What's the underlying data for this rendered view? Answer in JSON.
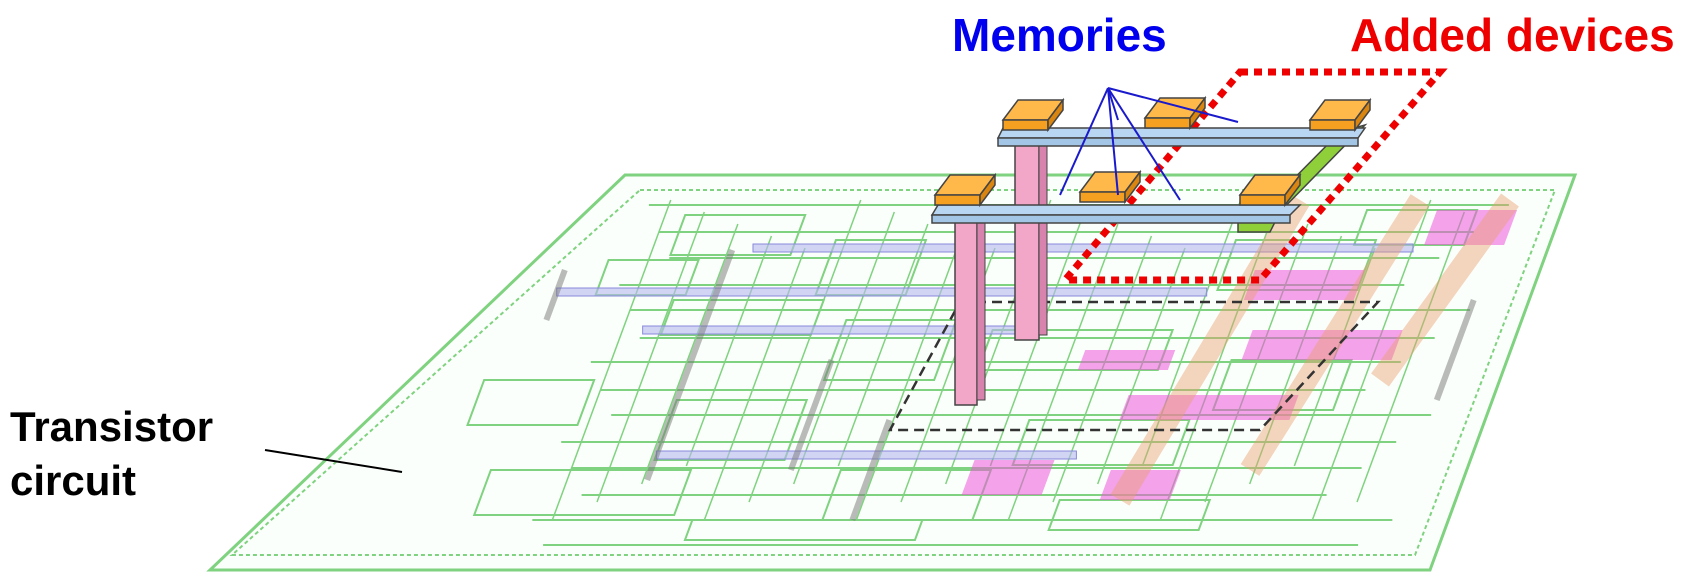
{
  "labels": {
    "memories": "Memories",
    "added_devices": "Added devices",
    "transistor_circuit": "Transistor circuit"
  },
  "colors": {
    "memories_label": "#0000ee",
    "added_devices_label": "#ee0000",
    "circuit_green": "#7fd27f",
    "via_pink": "#f2a6c8",
    "pad_orange": "#f5a020",
    "plate_blue": "#b8d6f2",
    "connector_green": "#8ecf3a",
    "magenta_region": "#ee55dd",
    "blue_line": "#1a1acc"
  },
  "icons": {
    "memory_pad": "orange-box",
    "via": "pink-pillar"
  }
}
